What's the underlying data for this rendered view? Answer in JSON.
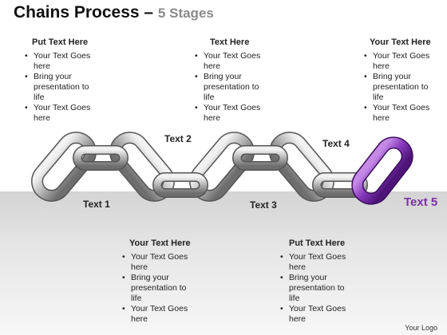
{
  "title": {
    "main": "Chains Process – ",
    "stage": "5 Stages"
  },
  "top_blocks": [
    {
      "heading": "Put Text Here",
      "bullets": [
        "Your Text Goes here",
        "Bring your presentation to life",
        "Your Text Goes here"
      ]
    },
    {
      "heading": "Text Here",
      "bullets": [
        "Your Text Goes here",
        "Bring your presentation to life",
        "Your Text Goes here"
      ]
    },
    {
      "heading": "Your Text Here",
      "bullets": [
        "Your Text Goes here",
        "Bring your presentation to life",
        "Your Text Goes here"
      ]
    }
  ],
  "bottom_blocks": [
    {
      "heading": "Your Text Here",
      "bullets": [
        "Your Text Goes here",
        "Bring your presentation to life",
        "Your Text Goes here"
      ]
    },
    {
      "heading": "Put Text Here",
      "bullets": [
        "Your Text Goes here",
        "Bring your presentation to life",
        "Your Text Goes here"
      ]
    }
  ],
  "chain_labels": [
    "Text 1",
    "Text 2",
    "Text 3",
    "Text 4",
    "Text 5"
  ],
  "logo": "Your Logo",
  "colors": {
    "link_gray": "#9a9a9a",
    "link_highlight": "#7b2fa6"
  }
}
